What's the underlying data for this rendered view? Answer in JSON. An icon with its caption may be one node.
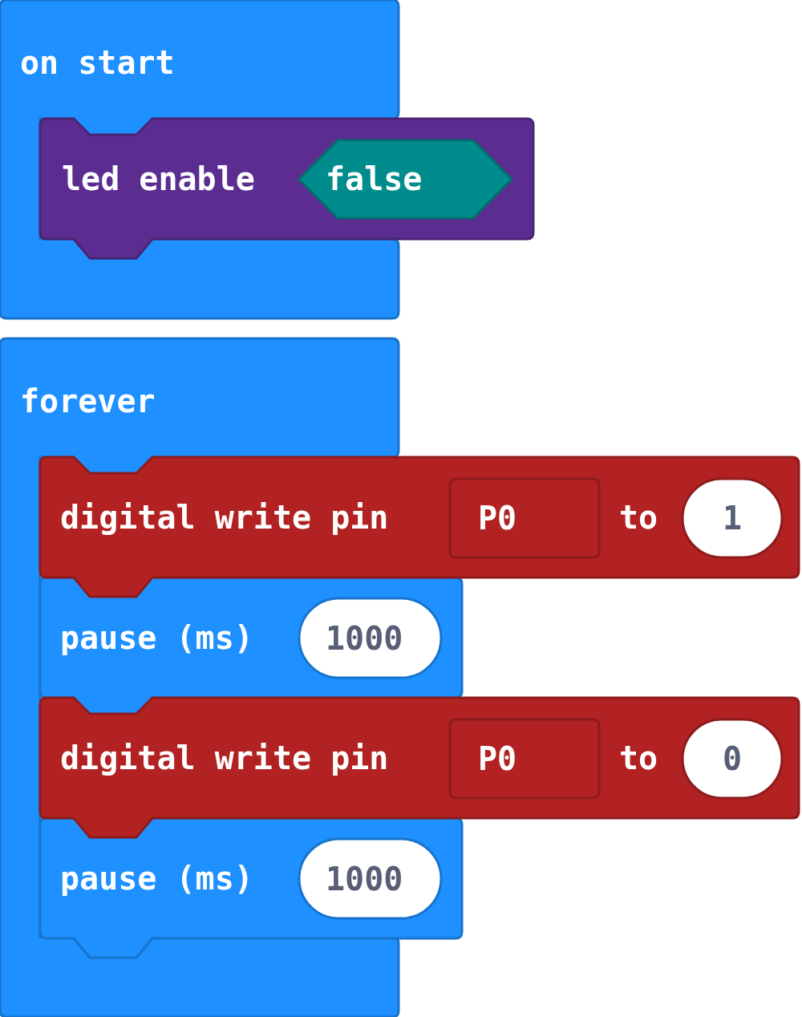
{
  "diagram": {
    "nodes": [
      {
        "text": [
          "on start"
        ]
      },
      {
        "text": [
          "led enable"
        ]
      },
      {
        "text": [
          "false"
        ],
        "in": 1
      },
      {
        "text": [
          "forever"
        ]
      },
      {
        "text": [
          "digital write pin",
          "to"
        ]
      },
      {
        "text": [
          "P0"
        ],
        "in": 4
      },
      {
        "text": [
          "1"
        ],
        "in": 4
      },
      {
        "text": [
          "pause (ms)"
        ],
        "in": 3
      },
      {
        "text": [
          "1000"
        ],
        "in": 7
      },
      {
        "text": [
          "digital write pin",
          "to"
        ]
      },
      {
        "text": [
          "P0"
        ],
        "in": 9
      },
      {
        "text": [
          "0"
        ],
        "in": 9
      },
      {
        "text": [
          "pause (ms)"
        ],
        "in": 3
      },
      {
        "text": [
          "1000"
        ],
        "in": 12
      }
    ]
  }
}
